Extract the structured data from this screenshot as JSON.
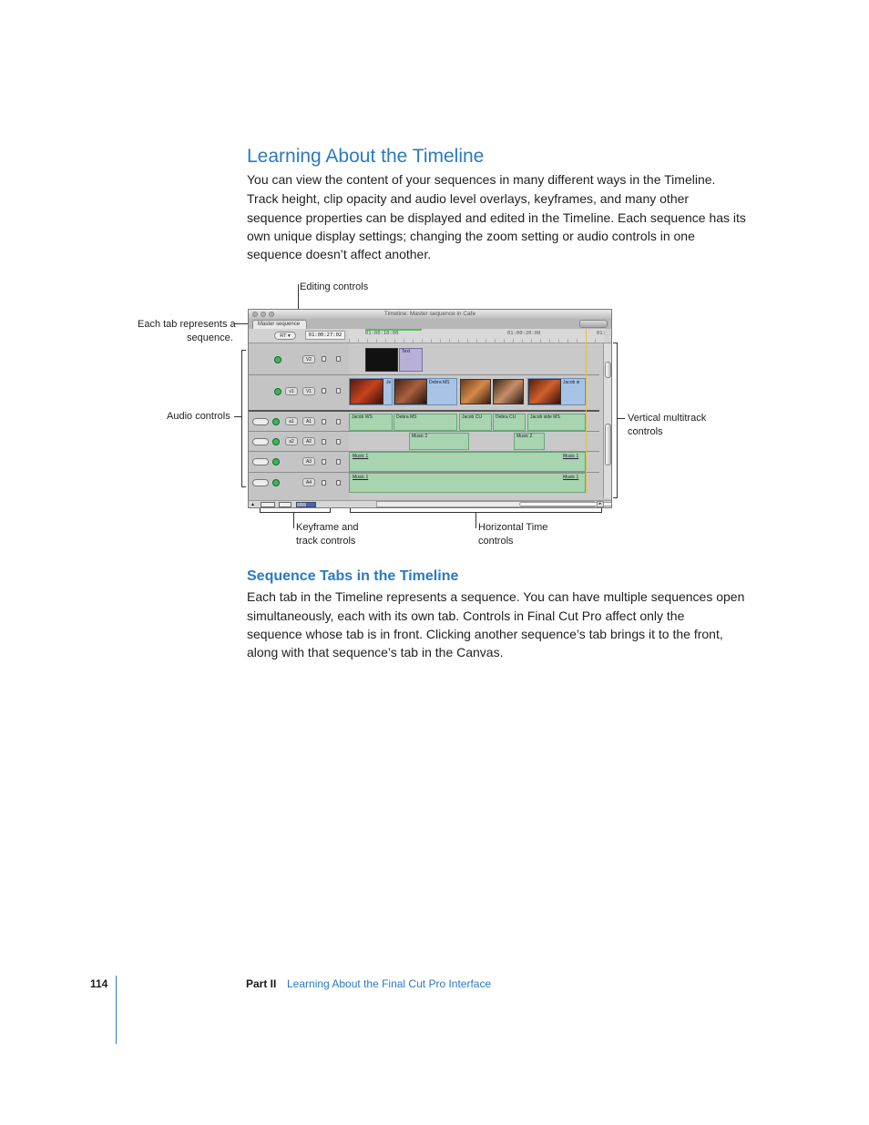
{
  "heading": "Learning About the Timeline",
  "intro": [
    "You can view the content of your sequences in many different ways in the Timeline.",
    "Track height, clip opacity and audio level overlays, keyframes, and many other",
    "sequence properties can be displayed and edited in the Timeline. Each sequence has its",
    "own unique display settings; changing the zoom setting or audio controls in one",
    "sequence doesn’t affect another."
  ],
  "callouts": {
    "editing_controls": "Editing controls",
    "tab_line1": "Each tab represents a",
    "tab_line2": "sequence.",
    "audio_controls": "Audio controls",
    "vertical_line1": "Vertical multitrack",
    "vertical_line2": "controls",
    "keyframe_line1": "Keyframe and",
    "keyframe_line2": "track controls",
    "horizontal_line1": "Horizontal Time",
    "horizontal_line2": "controls"
  },
  "timeline": {
    "window_title": "Timeline: Master sequence in Cafe",
    "tab_label": "Master sequence",
    "rt_label": "RT ▾",
    "timecode": "01:00:27:02",
    "ruler": [
      "01:00:10:00",
      "01:00:20:00",
      "01:"
    ],
    "video_tracks": [
      {
        "src": "",
        "dest": "V2"
      },
      {
        "src": "v1",
        "dest": "V1"
      }
    ],
    "audio_tracks": [
      {
        "src": "a1",
        "dest": "A1"
      },
      {
        "src": "a2",
        "dest": "A2"
      },
      {
        "src": "",
        "dest": "A3"
      },
      {
        "src": "",
        "dest": "A4"
      }
    ],
    "clips": {
      "text_clip": "Text",
      "v1_label_a": "Je",
      "v1_label_b": "Debra MS",
      "v1_label_c": "Jacob si",
      "a1": [
        "Jacob WS",
        "Debra MS",
        "Jacob CU",
        "Debra CU",
        "Jacob side MS"
      ],
      "a2": [
        "Music 2",
        "Music 2"
      ],
      "a3": [
        "Music 1",
        "Music 1"
      ],
      "a4": [
        "Music 1",
        "Music 1"
      ]
    }
  },
  "subheading": "Sequence Tabs in the Timeline",
  "section_body": [
    "Each tab in the Timeline represents a sequence. You can have multiple sequences open",
    "simultaneously, each with its own tab. Controls in Final Cut Pro affect only the",
    "sequence whose tab is in front. Clicking another sequence’s tab brings it to the front,",
    "along with that sequence’s tab in the Canvas."
  ],
  "footer": {
    "page_number": "114",
    "part": "Part II",
    "chapter": "Learning About the Final Cut Pro Interface"
  },
  "colors": {
    "accent": "#2a7ac0",
    "video_clip": "#a7c3e6",
    "audio_clip": "#a8d4b0"
  }
}
